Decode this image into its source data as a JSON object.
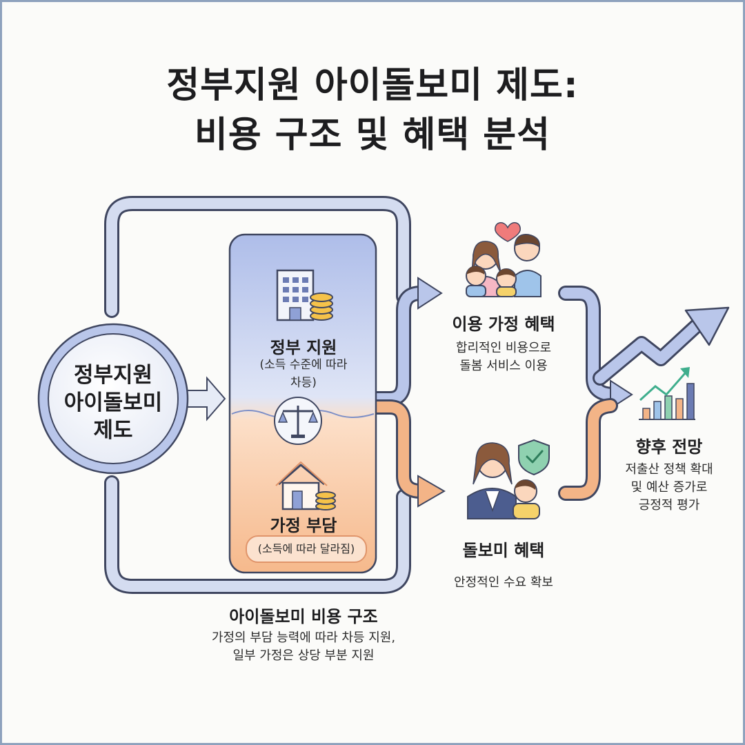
{
  "title": {
    "line1": "정부지원 아이돌보미 제도:",
    "line2": "비용 구조 및 혜택 분석"
  },
  "center_node": {
    "line1": "정부지원",
    "line2": "아이돌보미",
    "line3": "제도"
  },
  "gov_support": {
    "label": "정부 지원",
    "detail_line1": "(소득 수준에 따라",
    "detail_line2": "차등)",
    "icon": "government-building-coins-icon"
  },
  "family_burden": {
    "label": "가정 부담",
    "detail": "(소득에 따라 달라짐)",
    "icon": "house-coins-icon"
  },
  "balance_icon": "scale-balance-icon",
  "family_benefit": {
    "label": "이용 가정 혜택",
    "detail_line1": "합리적인 비용으로",
    "detail_line2": "돌봄 서비스 이용",
    "icon": "family-with-heart-icon"
  },
  "caregiver_benefit": {
    "label": "돌보미 혜택",
    "detail": "안정적인 수요 확보",
    "icon": "caregiver-with-child-shield-icon"
  },
  "outlook": {
    "label": "향후 전망",
    "detail_line1": "저출산 정책 확대",
    "detail_line2": "및 예산 증가로",
    "detail_line3": "긍정적 평가",
    "icon": "growth-chart-arrow-icon"
  },
  "cost_structure": {
    "label": "아이돌보미 비용 구조",
    "detail_line1": "가정의 부담 능력에 따라 차등 지원,",
    "detail_line2": "일부 가정은 상당 부분 지원"
  },
  "colors": {
    "blue_flow": "#b9c6ea",
    "blue_outline": "#3f4660",
    "orange_flow": "#f3b487",
    "gov_panel_top": "#aebde9",
    "family_panel_bottom": "#f6b98c",
    "frame": "#8ea2bd"
  }
}
